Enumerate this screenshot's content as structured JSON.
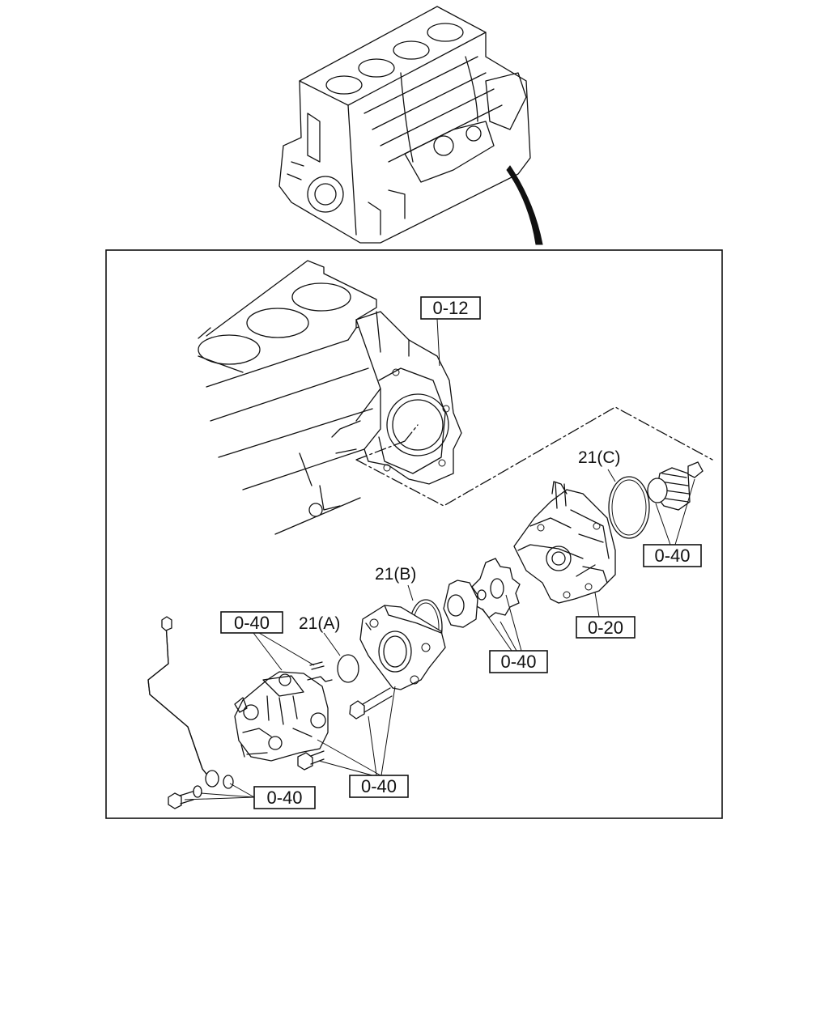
{
  "callouts": {
    "c012": "0-12",
    "c040_top_right": "0-40",
    "c020": "0-20",
    "c040_middle": "0-40",
    "c040_left": "0-40",
    "c040_bottom_middle": "0-40",
    "c040_bottom_left": "0-40"
  },
  "refs": {
    "r21a": "21(A)",
    "r21b": "21(B)",
    "r21c": "21(C)"
  }
}
